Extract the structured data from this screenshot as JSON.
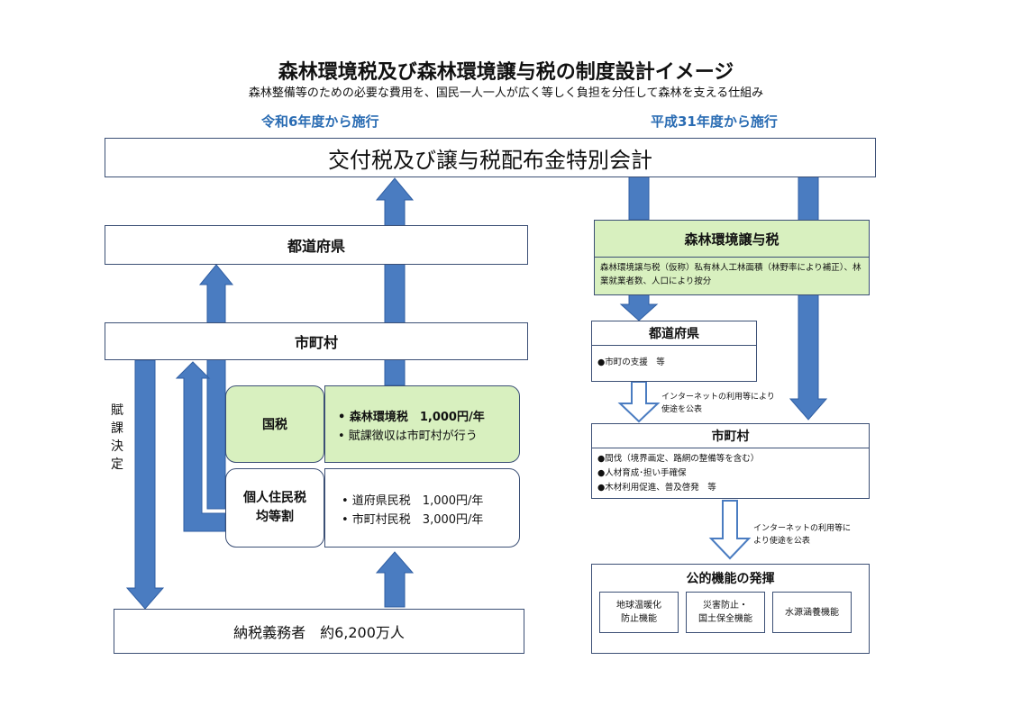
{
  "title": "森林環境税及び森林環境譲与税の制度設計イメージ",
  "subtitle": "森林整備等のための必要な費用を、国民一人一人が広く等しく負担を分任して森林を支える仕組み",
  "labels": {
    "left_start": "令和6年度から施行",
    "right_start": "平成31年度から施行"
  },
  "top_account": "交付税及び譲与税配布金特別会計",
  "left": {
    "prefecture": "都道府県",
    "municipality": "市町村",
    "fukaketei": "賦課決定",
    "national_tax": {
      "label": "国税",
      "items": [
        "•  森林環境税　1,000円/年",
        "•  賦課徴収は市町村が行う"
      ]
    },
    "resident_tax": {
      "label_line1": "個人住民税",
      "label_line2": "均等割",
      "items": [
        "•  道府県民税　1,000円/年",
        "•  市町村民税　3,000円/年"
      ]
    },
    "taxpayers": "納税義務者　約6,200万人"
  },
  "right": {
    "joyo": {
      "title": "森林環境譲与税",
      "detail": "森林環境譲与税（仮称）私有林人工林面積（林野率により補正）、林業就業者数、人口により按分"
    },
    "prefecture": {
      "title": "都道府県",
      "items": [
        "●市町の支援　等"
      ]
    },
    "internet_note_1": "インターネットの利用等により使途を公表",
    "municipality": {
      "title": "市町村",
      "items": [
        "●間伐（境界画定、路網の整備等を含む）",
        "●人材育成･担い手確保",
        "●木材利用促進、普及啓発　等"
      ]
    },
    "internet_note_2": "インターネットの利用等により使途を公表",
    "public": {
      "title": "公的機能の発揮",
      "functions": [
        {
          "line1": "地球温暖化",
          "line2": "防止機能"
        },
        {
          "line1": "災害防止・",
          "line2": "国土保全機能"
        },
        {
          "line1": "水源涵養機能",
          "line2": ""
        }
      ]
    }
  },
  "colors": {
    "arrow": "#4a7cc1",
    "border": "#3b4f75",
    "green": "#d8f0bf",
    "label_blue": "#2a6cb3"
  }
}
